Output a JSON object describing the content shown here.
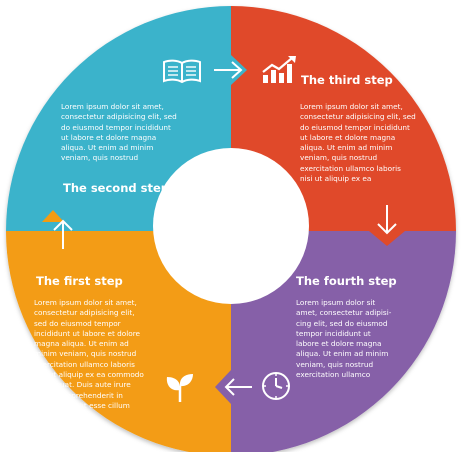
{
  "colors": {
    "step1": "#F39C12",
    "step2": "#3BB3CB",
    "step3": "#E04A2A",
    "step4": "#8660A8",
    "text": "#FFFFFF",
    "background": "#FFFFFF"
  },
  "steps": [
    {
      "title": "The first step",
      "text": "Lorem ipsum dolor sit amet,\nconsectetur adipisicing elit,\nsed do eiusmod tempor\nincididunt ut labore et dolore\nmagna aliqua. Ut enim ad\nminim veniam, quis nostrud\nexercitation ullamco laboris\nnisi ut aliquip ex ea commodo\nconsequat. Duis aute irure\ndolor in reprehenderit in\nvoluptate velit esse cillum",
      "icon": "leaf-icon",
      "arrow": "arrow-up-icon"
    },
    {
      "title": "The second step",
      "text": "Lorem ipsum dolor sit amet,\nconsectetur adipisicing elit, sed\ndo eiusmod tempor incididunt\nut labore et dolore magna\naliqua. Ut enim ad minim\nveniam, quis nostrud",
      "icon": "book-icon",
      "arrow": "arrow-right-icon"
    },
    {
      "title": "The third step",
      "text": "Lorem ipsum dolor sit amet,\nconsectetur adipisicing elit, sed\ndo eiusmod tempor incididunt\nut labore et dolore magna\naliqua. Ut enim ad minim\nveniam, quis nostrud\nexercitation ullamco laboris\nnisi ut aliquip ex ea",
      "icon": "chart-growth-icon",
      "arrow": "arrow-down-icon"
    },
    {
      "title": "The fourth step",
      "text": "Lorem ipsum dolor sit\namet, consectetur adipisi-\ncing elit, sed do eiusmod\ntempor incididunt ut\nlabore et dolore magna\naliqua. Ut enim ad minim\nveniam, quis nostrud\nexercitation ullamco",
      "icon": "clock-icon",
      "arrow": "arrow-left-icon"
    }
  ]
}
